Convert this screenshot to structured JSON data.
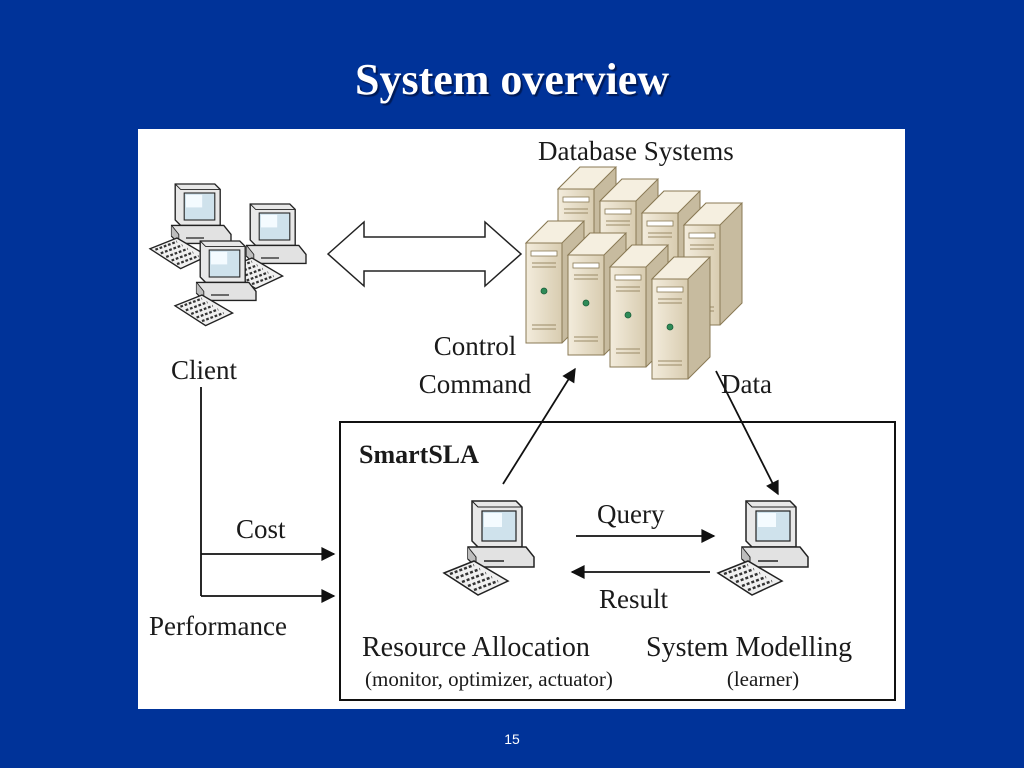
{
  "slide": {
    "title": "System overview",
    "page_number": "15"
  },
  "diagram": {
    "database_label": "Database Systems",
    "client_label": "Client",
    "control_command": [
      "Control",
      "Command"
    ],
    "data_label": "Data",
    "smartsla_label": "SmartSLA",
    "cost_label": "Cost",
    "performance_label": "Performance",
    "query_label": "Query",
    "result_label": "Result",
    "resource_allocation": {
      "title": "Resource Allocation",
      "subtitle": "(monitor, optimizer, actuator)"
    },
    "system_modelling": {
      "title": "System Modelling",
      "subtitle": "(learner)"
    },
    "icons": [
      "client-computers-icon",
      "database-servers-icon",
      "resource-allocation-computer-icon",
      "system-modelling-computer-icon",
      "double-arrow-icon"
    ]
  }
}
